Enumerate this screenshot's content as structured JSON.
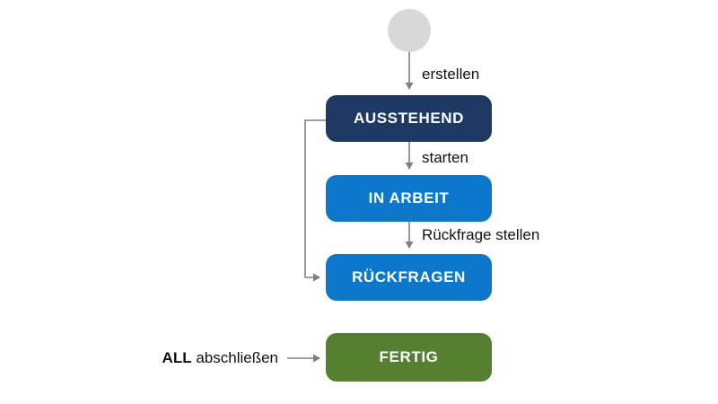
{
  "diagram": {
    "type": "state-diagram",
    "background": "#ffffff",
    "label_color": "#111111",
    "connector_color": "#7f7f7f",
    "start": {
      "shape": "circle",
      "color": "#d8d8d8"
    },
    "states": [
      {
        "id": "ausstehend",
        "label": "AUSSTEHEND",
        "color": "#1e3a64",
        "text_color": "#ffffff"
      },
      {
        "id": "in_arbeit",
        "label": "IN ARBEIT",
        "color": "#0b78cb",
        "text_color": "#ffffff"
      },
      {
        "id": "rueckfragen",
        "label": "RÜCKFRAGEN",
        "color": "#0b78cb",
        "text_color": "#ffffff"
      },
      {
        "id": "fertig",
        "label": "FERTIG",
        "color": "#55802f",
        "text_color": "#ffffff"
      }
    ],
    "transitions": [
      {
        "from": "start",
        "to": "ausstehend",
        "label": "erstellen"
      },
      {
        "from": "ausstehend",
        "to": "in_arbeit",
        "label": "starten"
      },
      {
        "from": "in_arbeit",
        "to": "rueckfragen",
        "label": "Rückfrage stellen"
      },
      {
        "from": "ausstehend",
        "to": "rueckfragen",
        "label": ""
      },
      {
        "from": "any_state",
        "to": "fertig",
        "label_bold": "ALL",
        "label": "abschließen"
      }
    ]
  }
}
